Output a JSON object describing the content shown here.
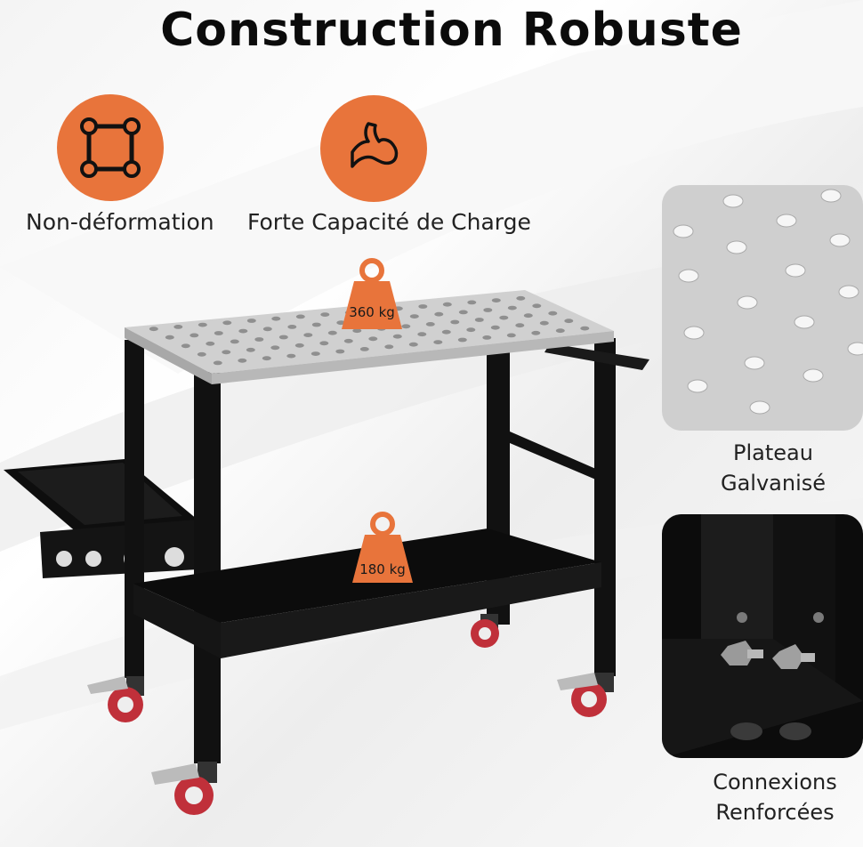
{
  "title": "Construction Robuste",
  "features": [
    {
      "label": "Non-déformation",
      "icon": "square-frame-icon"
    },
    {
      "label": "Forte Capacité de Charge",
      "icon": "flexed-arm-icon"
    }
  ],
  "loads": {
    "top": "360 kg",
    "bottom": "180 kg"
  },
  "details": {
    "plate_line1": "Plateau",
    "plate_line2": "Galvanisé",
    "connections_line1": "Connexions",
    "connections_line2": "Renforcées"
  },
  "colors": {
    "accent": "#e8743b",
    "frame": "#111111",
    "plate": "#c9c9c9",
    "wheel": "#c0303a"
  }
}
